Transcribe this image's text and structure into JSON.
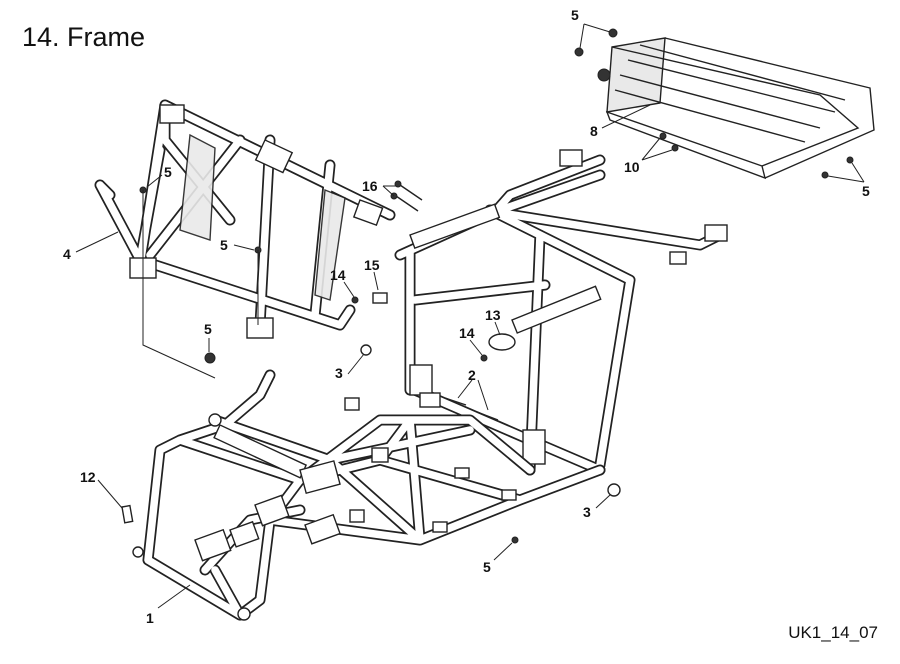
{
  "title": "14. Frame",
  "drawing_code": "UK1_14_07",
  "callouts": [
    {
      "id": "1",
      "label": "1"
    },
    {
      "id": "2",
      "label": "2"
    },
    {
      "id": "3a",
      "label": "3"
    },
    {
      "id": "3b",
      "label": "3"
    },
    {
      "id": "4",
      "label": "4"
    },
    {
      "id": "5a",
      "label": "5"
    },
    {
      "id": "5b",
      "label": "5"
    },
    {
      "id": "5c",
      "label": "5"
    },
    {
      "id": "5d",
      "label": "5"
    },
    {
      "id": "5e",
      "label": "5"
    },
    {
      "id": "5f",
      "label": "5"
    },
    {
      "id": "8",
      "label": "8"
    },
    {
      "id": "10",
      "label": "10"
    },
    {
      "id": "12",
      "label": "12"
    },
    {
      "id": "13",
      "label": "13"
    },
    {
      "id": "14a",
      "label": "14"
    },
    {
      "id": "14b",
      "label": "14"
    },
    {
      "id": "15",
      "label": "15"
    },
    {
      "id": "16",
      "label": "16"
    }
  ]
}
